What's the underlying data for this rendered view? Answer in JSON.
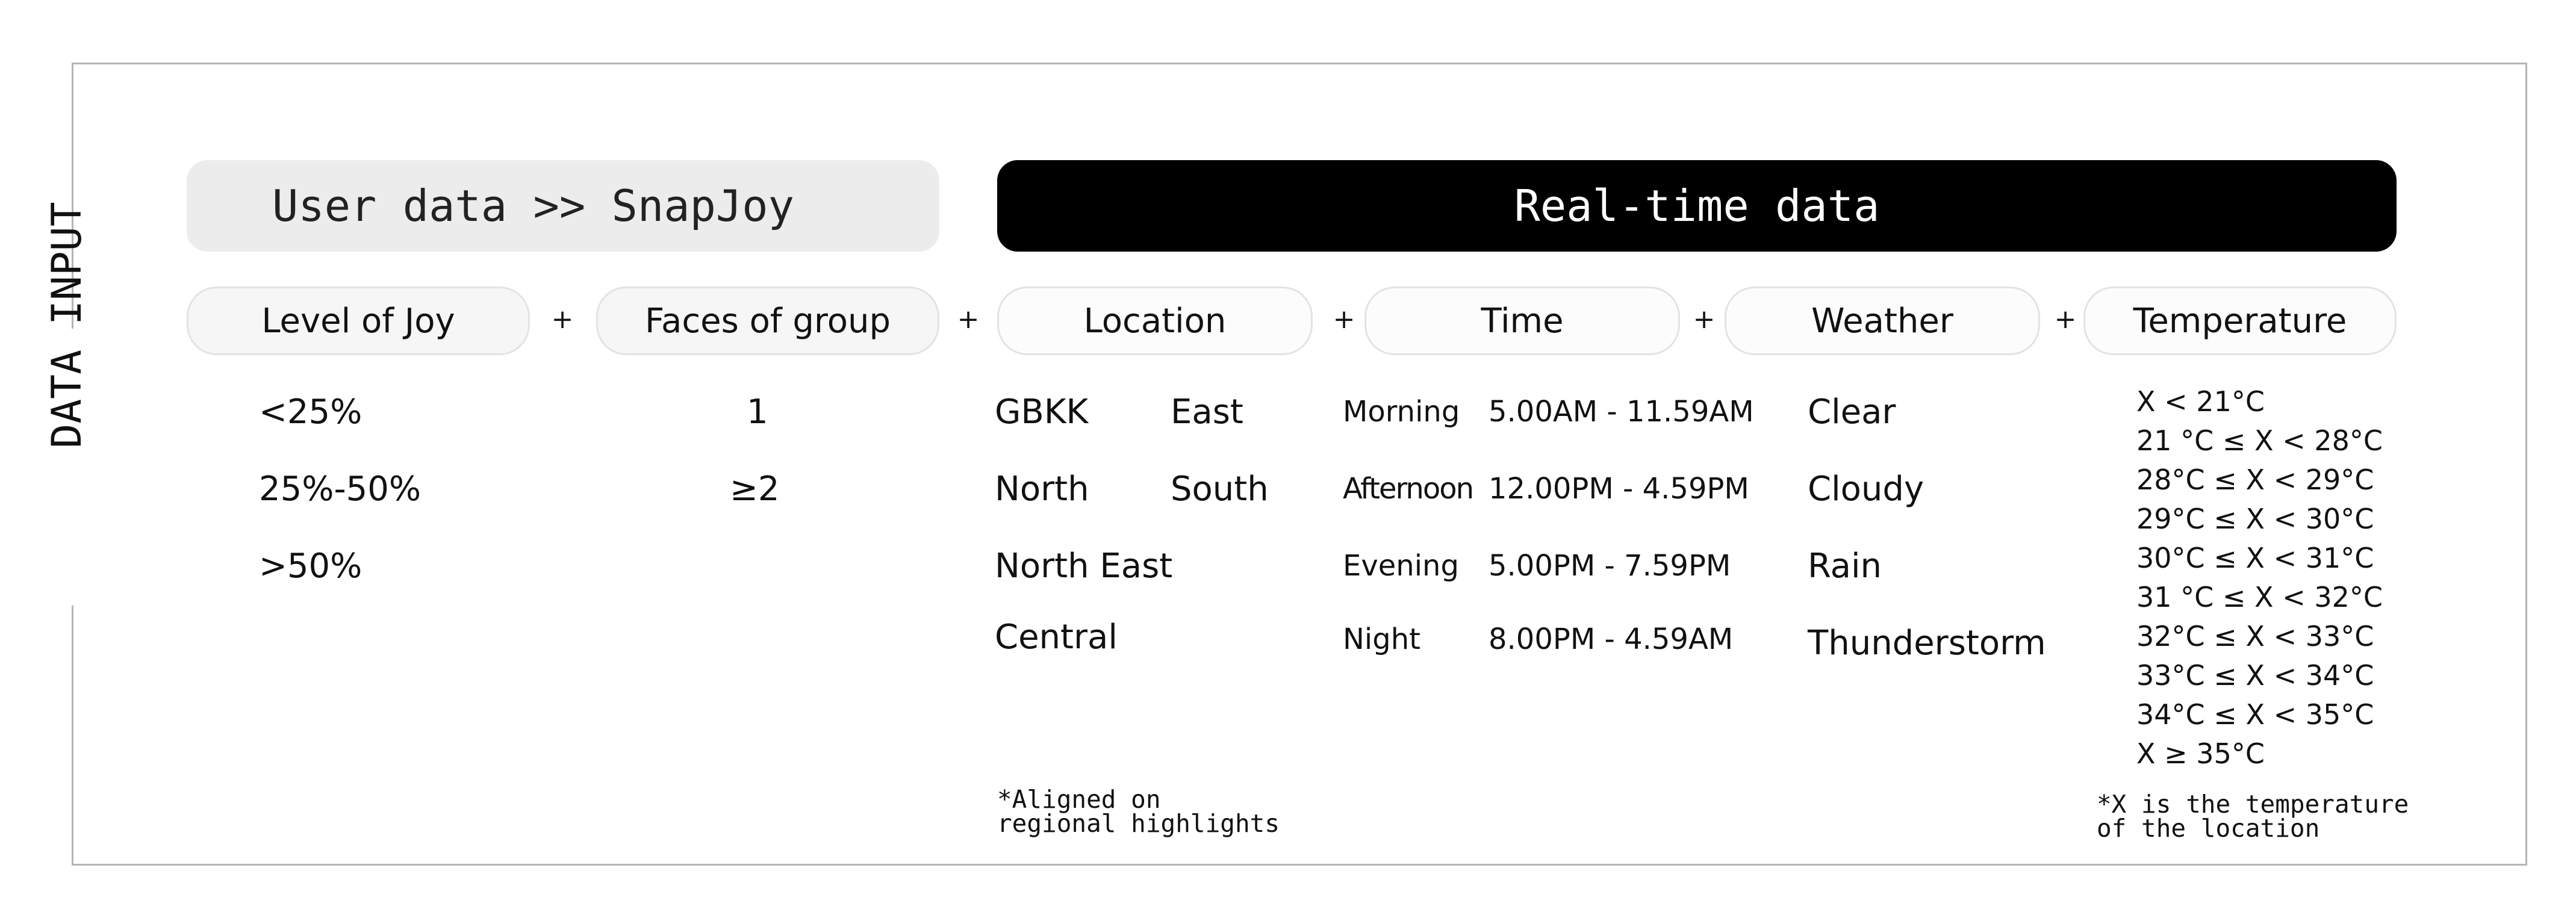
{
  "side_label": "DATA INPUT",
  "headers": {
    "user": "User data >> SnapJoy",
    "realtime": "Real-time data"
  },
  "plus_sign": "+",
  "categories": {
    "joy": "Level of Joy",
    "faces": "Faces of group",
    "location": "Location",
    "time": "Time",
    "weather": "Weather",
    "temperature": "Temperature"
  },
  "joy_levels": [
    "<25%",
    "25%-50%",
    ">50%"
  ],
  "faces_values": [
    "1",
    "≥2"
  ],
  "locations": [
    "GBKK",
    "East",
    "North",
    "South",
    "North East",
    "Central"
  ],
  "times": [
    {
      "label": "Morning",
      "range": "5.00AM - 11.59AM"
    },
    {
      "label": "Afternoon",
      "range": "12.00PM - 4.59PM"
    },
    {
      "label": "Evening",
      "range": "5.00PM - 7.59PM"
    },
    {
      "label": "Night",
      "range": "8.00PM - 4.59AM"
    }
  ],
  "weather": [
    "Clear",
    "Cloudy",
    "Rain",
    "Thunderstorm"
  ],
  "temperatures": [
    "X < 21°C",
    "21 °C ≤ X < 28°C",
    "28°C ≤ X < 29°C",
    "29°C ≤ X < 30°C",
    "30°C ≤ X < 31°C",
    "31 °C ≤ X < 32°C",
    "32°C ≤ X < 33°C",
    "33°C ≤ X < 34°C",
    "34°C ≤ X < 35°C",
    "X ≥ 35°C"
  ],
  "notes": {
    "location": "*Aligned on\nregional highlights",
    "temperature": "*X is the temperature\nof the location"
  },
  "colors": {
    "user_header_bg": "#ececec",
    "realtime_header_bg": "#000000",
    "frame_border": "#b5b5b5"
  }
}
